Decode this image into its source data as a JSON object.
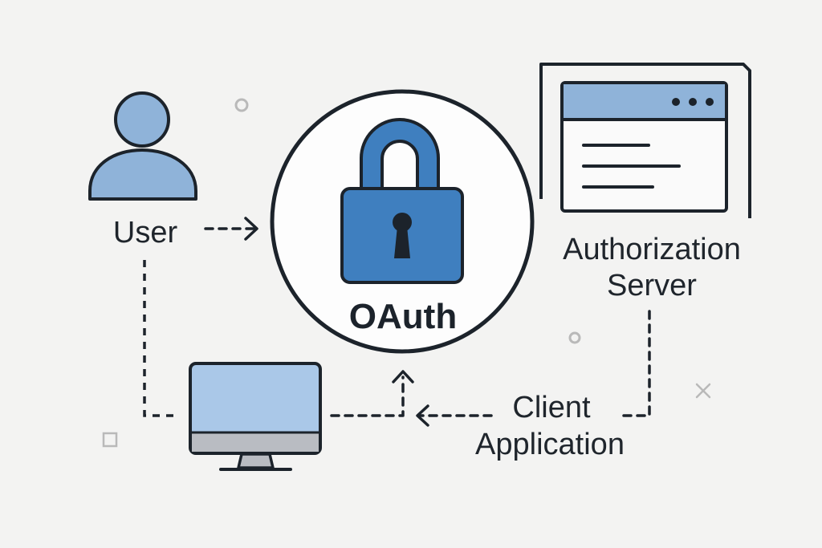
{
  "labels": {
    "user": "User",
    "oauth": "OAuth",
    "auth_server_line1": "Authorization",
    "auth_server_line2": "Server",
    "client_line1": "Client",
    "client_line2": "Application"
  },
  "icons": {
    "user": "user-icon",
    "lock": "padlock-icon",
    "server": "browser-window-icon",
    "client": "desktop-monitor-icon"
  },
  "colors": {
    "background": "#f3f3f2",
    "stroke": "#1c232b",
    "light_blue": "#8fb3d9",
    "lock_blue": "#3f7fbf",
    "screen_blue": "#aac8e8"
  }
}
